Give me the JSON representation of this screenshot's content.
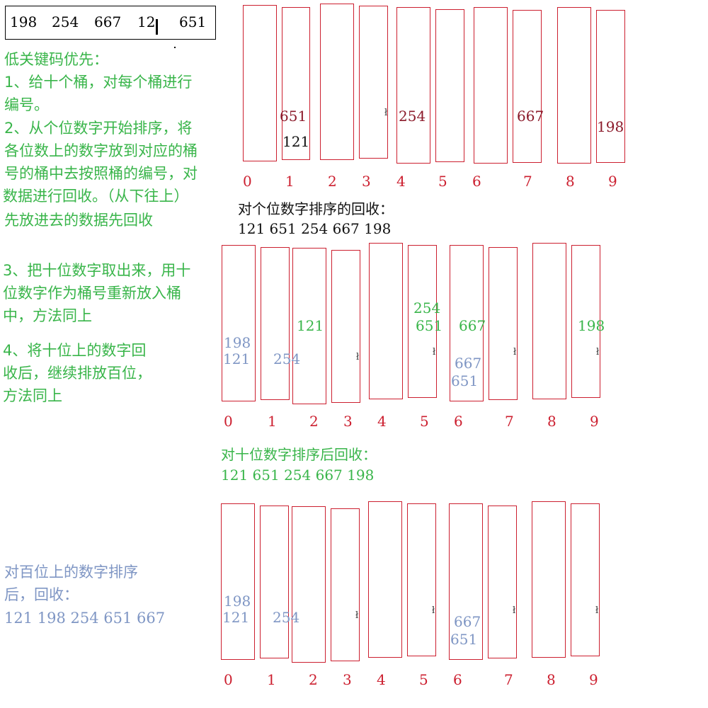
{
  "input": {
    "numbers": [
      "198",
      "254",
      "667",
      "12",
      "651"
    ]
  },
  "steps": {
    "title": "低关键码优先：",
    "lines": [
      "1、给十个桶，对每个桶进行",
      "编号。",
      "2、从个位数字开始排序，将",
      "各位数上的数字放到对应的桶",
      "号的桶中去按照桶的编号，对",
      "数据进行回收。（从下往上）",
      "先放进去的数据先回收"
    ],
    "step3": [
      "3、把十位数字取出来，用十",
      "位数字作为桶号重新放入桶",
      "中，方法同上"
    ],
    "step4": [
      "4、将十位上的数字回",
      "收后，继续排放百位，",
      "方法同上"
    ]
  },
  "bucket_indices": [
    "0",
    "1",
    "2",
    "3",
    "4",
    "5",
    "6",
    "7",
    "8",
    "9"
  ],
  "stage1": {
    "contents": {
      "b1_top": "651",
      "b1_bottom": "121",
      "b4": "254",
      "b7": "667",
      "b9": "198"
    },
    "caption": "对个位数字排序的回收：",
    "result": "121 651 254 667 198"
  },
  "stage2": {
    "contents": {
      "b0_top": "198",
      "b0_bottom": "121",
      "b1": "254",
      "b2": "121",
      "b5_top": "254",
      "b5_bottom": "651",
      "b6_green": "667",
      "b6_blue_top": "667",
      "b6_blue_bottom": "651",
      "b9": "198"
    },
    "caption": "对十位数字排序后回收：",
    "result": "121 651 254 667 198"
  },
  "stage3": {
    "contents": {
      "b0_top": "198",
      "b0_bottom": "121",
      "b1": "254",
      "b6_top": "667",
      "b6_bottom": "651"
    },
    "caption_lines": [
      "对百位上的数字排序",
      "后，回收："
    ],
    "result": "121 198 254 651 667"
  },
  "colors": {
    "bucket_border": "#cc1f2f",
    "index": "#cc1f2f",
    "steps_text": "#39b54a",
    "summary_text": "#7f96c4",
    "stage1_numbers": "#8b1a2a"
  }
}
